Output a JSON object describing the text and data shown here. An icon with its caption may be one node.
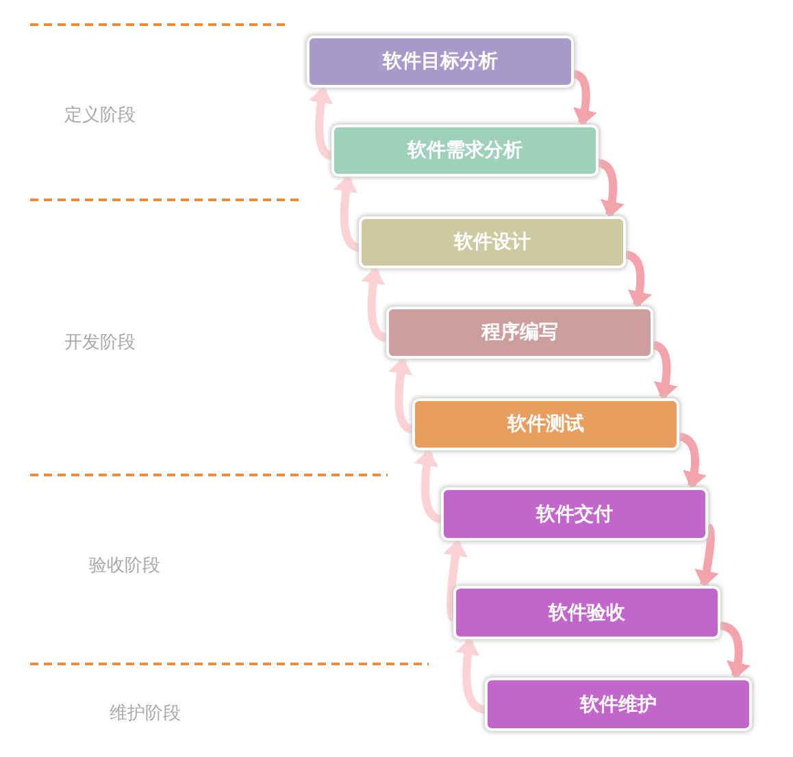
{
  "diagram": {
    "nodes": [
      {
        "text": [
          "软件目标分析"
        ]
      },
      {
        "text": [
          "软件需求分析"
        ]
      },
      {
        "text": [
          "软件设计"
        ]
      },
      {
        "text": [
          "程序编写"
        ]
      },
      {
        "text": [
          "软件测试"
        ]
      },
      {
        "text": [
          "软件交付"
        ]
      },
      {
        "text": [
          "软件验收"
        ]
      },
      {
        "text": [
          "软件维护"
        ]
      }
    ],
    "edges": [
      {
        "from": 0,
        "to": 1,
        "arrow": "to"
      },
      {
        "from": 1,
        "to": 2,
        "arrow": "to"
      },
      {
        "from": 2,
        "to": 3,
        "arrow": "to"
      },
      {
        "from": 3,
        "to": 4,
        "arrow": "to"
      },
      {
        "from": 4,
        "to": 5,
        "arrow": "to"
      },
      {
        "from": 5,
        "to": 6,
        "arrow": "to"
      },
      {
        "from": 6,
        "to": 7,
        "arrow": "to"
      },
      {
        "from": 1,
        "to": 0,
        "arrow": "to",
        "color": "#fcd2d4"
      },
      {
        "from": 2,
        "to": 1,
        "arrow": "to",
        "color": "#fcd2d4"
      },
      {
        "from": 3,
        "to": 2,
        "arrow": "to",
        "color": "#fcd2d4"
      },
      {
        "from": 4,
        "to": 3,
        "arrow": "to",
        "color": "#fcd2d4"
      },
      {
        "from": 5,
        "to": 4,
        "arrow": "to",
        "color": "#fcd2d4"
      },
      {
        "from": 6,
        "to": 5,
        "arrow": "to",
        "color": "#fcd2d4"
      },
      {
        "from": 7,
        "to": 6,
        "arrow": "to",
        "color": "#fcd2d4"
      }
    ],
    "labels": [
      "定义阶段",
      "开发阶段",
      "验收阶段",
      "维护阶段"
    ]
  }
}
